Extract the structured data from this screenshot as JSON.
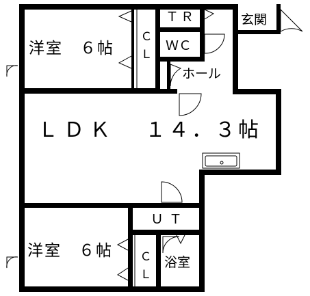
{
  "rooms": {
    "bedroom_top": "洋室　６帖",
    "closet_top": "ＣＬ",
    "tr": "ＴＲ",
    "wc": "ＷＣ",
    "genkan": "玄関",
    "hall": "ホール",
    "ldk_name": "ＬＤＫ",
    "ldk_size": "１４．３帖",
    "ut": "ＵＴ",
    "bedroom_bottom": "洋室　６帖",
    "closet_bottom": "ＣＬ",
    "bath": "浴室"
  },
  "colors": {
    "wall": "#000000",
    "background": "#ffffff"
  }
}
